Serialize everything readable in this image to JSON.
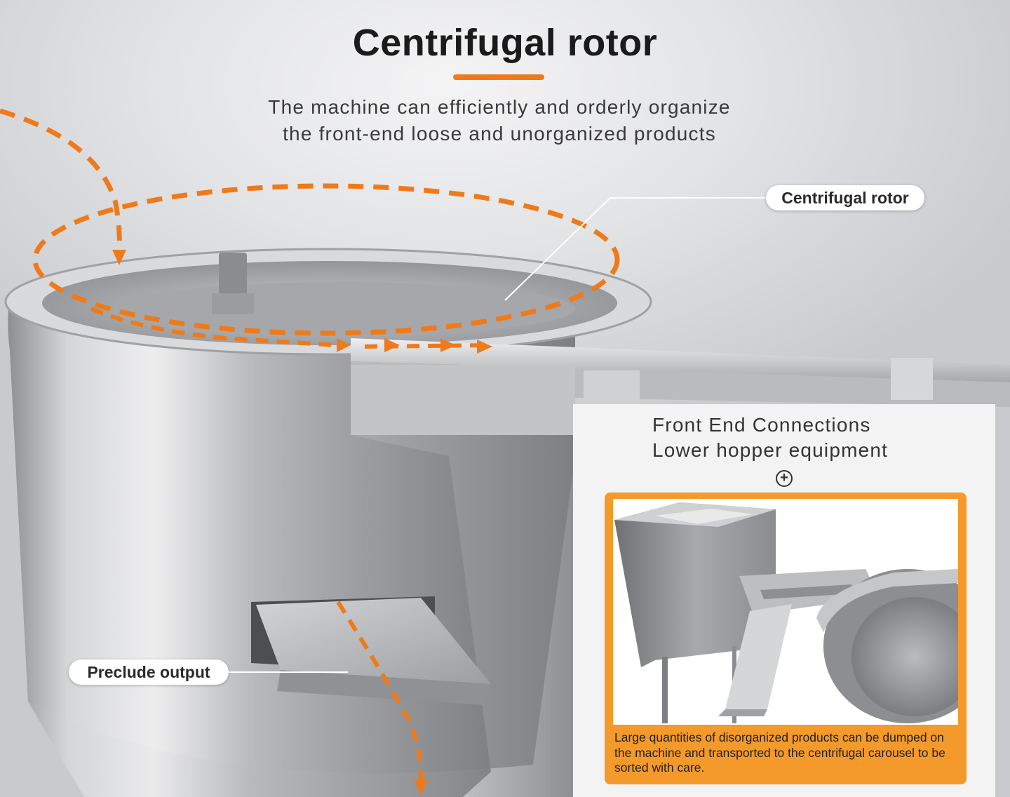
{
  "header": {
    "title": "Centrifugal rotor",
    "subtitle_lines": [
      "The machine can efficiently and orderly organize",
      "the front-end loose and unorganized products"
    ]
  },
  "callouts": {
    "rotor_label": "Centrifugal rotor",
    "output_label": "Preclude output"
  },
  "inset": {
    "title_lines": [
      "Front End Connections",
      "Lower hopper equipment"
    ],
    "plus_symbol": "+",
    "caption": "Large quantities of disorganized products can be dumped on the machine and transported to the centrifugal carousel to be sorted with care."
  },
  "colors": {
    "accent": "#ef7a1a",
    "card": "#f39a2a",
    "text_dark": "#1b1b1b"
  }
}
